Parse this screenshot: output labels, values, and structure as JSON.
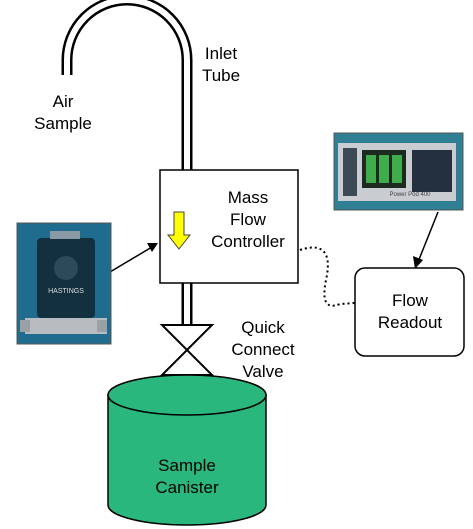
{
  "labels": {
    "air_sample": [
      "Air",
      "Sample"
    ],
    "inlet_tube": [
      "Inlet",
      "Tube"
    ],
    "mfc": [
      "Mass",
      "Flow",
      "Controller"
    ],
    "flow_readout": [
      "Flow",
      "Readout"
    ],
    "valve": [
      "Quick",
      "Connect",
      "Valve"
    ],
    "canister": [
      "Sample",
      "Canister"
    ]
  },
  "photos": {
    "mfc_device_brand": "HASTINGS",
    "readout_device_brand": "Power Pod 400"
  },
  "colors": {
    "canister_fill": "#2ab77e",
    "arrow_fill": "#ffff00",
    "outline": "#000000",
    "photo_bg_mfc": "#1f6c8f",
    "photo_bg_readout": "#2f7f95"
  },
  "icons": {
    "down_arrow": "yellow-down-arrow-icon",
    "valve": "valve-icon"
  }
}
